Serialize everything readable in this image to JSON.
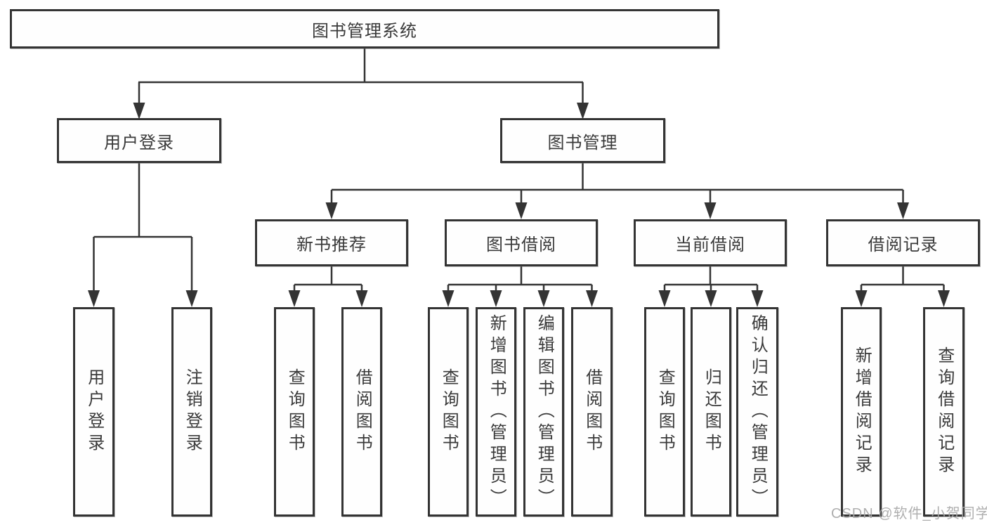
{
  "diagram_type": "hierarchy-tree",
  "colors": {
    "line": "#343434",
    "box_border": "#343434",
    "text": "#3a3a3a",
    "background": "#ffffff",
    "watermark": "#a8a8a8"
  },
  "tree": {
    "label": "图书管理系统",
    "children": [
      {
        "label": "用户登录",
        "children": [
          {
            "label": "用户登录"
          },
          {
            "label": "注销登录"
          }
        ]
      },
      {
        "label": "图书管理",
        "children": [
          {
            "label": "新书推荐",
            "children": [
              {
                "label": "查询图书"
              },
              {
                "label": "借阅图书"
              }
            ]
          },
          {
            "label": "图书借阅",
            "children": [
              {
                "label": "查询图书"
              },
              {
                "label": "新增图书（管理员）"
              },
              {
                "label": "编辑图书（管理员）"
              },
              {
                "label": "借阅图书"
              }
            ]
          },
          {
            "label": "当前借阅",
            "children": [
              {
                "label": "查询图书"
              },
              {
                "label": "归还图书"
              },
              {
                "label": "确认归还（管理员）"
              }
            ]
          },
          {
            "label": "借阅记录",
            "children": [
              {
                "label": "新增借阅记录"
              },
              {
                "label": "查询借阅记录"
              }
            ]
          }
        ]
      }
    ]
  },
  "watermark": {
    "text": "CSDN @软件_小贺同学"
  }
}
